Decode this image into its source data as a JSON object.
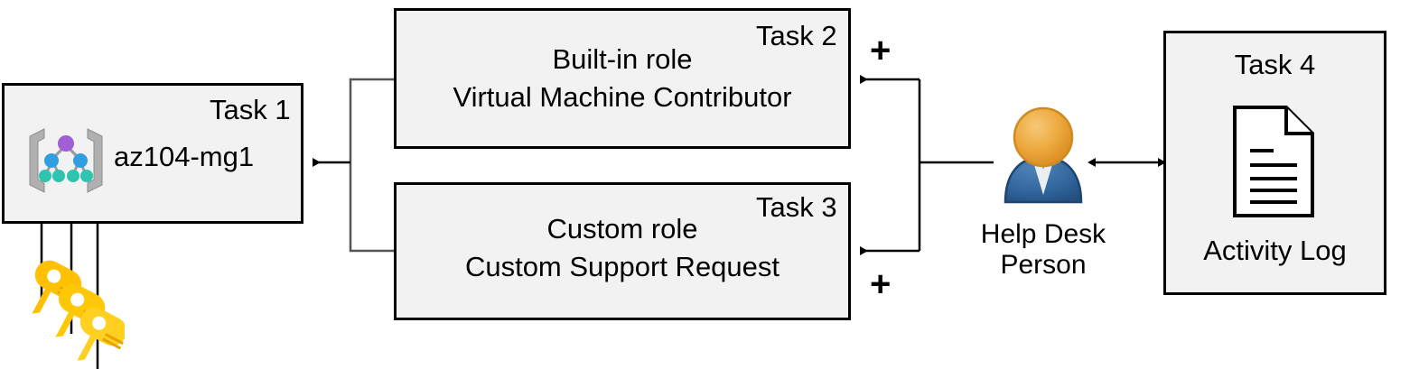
{
  "diagram": {
    "title": "Azure RBAC task diagram",
    "background_color": "#ffffff",
    "box_fill": "#f2f2f2",
    "box_border": "#000000"
  },
  "task1": {
    "label": "Task 1",
    "name": "az104-mg1",
    "icon": "management-group-icon"
  },
  "task2": {
    "label": "Task 2",
    "line1": "Built-in role",
    "line2": "Virtual Machine Contributor"
  },
  "task3": {
    "label": "Task 3",
    "line1": "Custom role",
    "line2": "Custom Support Request"
  },
  "task4": {
    "label": "Task 4",
    "caption": "Activity Log",
    "icon": "document-icon"
  },
  "person": {
    "icon": "user-person-icon",
    "caption_line1": "Help Desk",
    "caption_line2": "Person"
  },
  "connectors": {
    "plus_top": "+",
    "plus_bottom": "+"
  },
  "keys": {
    "icon": "key-icon",
    "count": 3
  },
  "colors": {
    "key_yellow": "#ffc000",
    "key_yellow_light": "#ffd24d",
    "person_head": "#e8a33d",
    "person_body": "#31679e",
    "mg_purple": "#a05fd3",
    "mg_blue": "#2f9fe0",
    "mg_teal": "#2ec4b0",
    "mg_bracket": "#9e9e9e",
    "line": "#000000"
  }
}
